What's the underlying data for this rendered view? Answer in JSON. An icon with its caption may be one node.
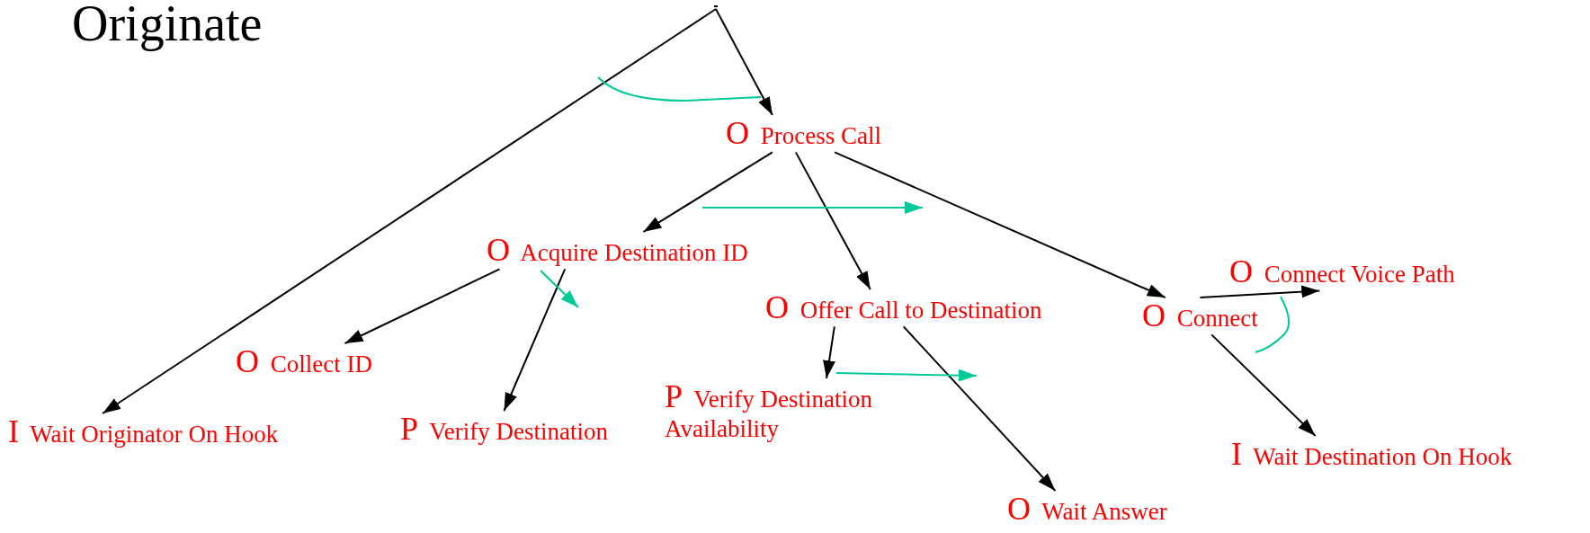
{
  "diagram": {
    "title": "Originate",
    "nodes": [
      {
        "text": [],
        "shape": "point"
      },
      {
        "text": [
          "O",
          "Process Call"
        ]
      },
      {
        "text": [
          "I",
          "Wait Originator On Hook"
        ]
      },
      {
        "text": [
          "O",
          "Acquire Destination ID"
        ]
      },
      {
        "text": [
          "O",
          "Offer Call to Destination"
        ]
      },
      {
        "text": [
          "O",
          "Connect"
        ]
      },
      {
        "text": [
          "O",
          "Collect ID"
        ]
      },
      {
        "text": [
          "P",
          "Verify Destination"
        ]
      },
      {
        "text": [
          "P",
          "Verify Destination Availability"
        ]
      },
      {
        "text": [
          "O",
          "Wait Answer"
        ]
      },
      {
        "text": [
          "O",
          "Connect Voice Path"
        ]
      },
      {
        "text": [
          "I",
          "Wait Destination On Hook"
        ]
      }
    ],
    "edges": [
      {
        "from": 0,
        "to": 1,
        "arrow": "to"
      },
      {
        "from": 0,
        "to": 2,
        "arrow": "to"
      },
      {
        "from": 1,
        "to": 3,
        "arrow": "to"
      },
      {
        "from": 1,
        "to": 4,
        "arrow": "to"
      },
      {
        "from": 1,
        "to": 5,
        "arrow": "to"
      },
      {
        "from": 3,
        "to": 6,
        "arrow": "to"
      },
      {
        "from": 3,
        "to": 7,
        "arrow": "to"
      },
      {
        "from": 4,
        "to": 8,
        "arrow": "to"
      },
      {
        "from": 4,
        "to": 9,
        "arrow": "to"
      },
      {
        "from": 5,
        "to": 10,
        "arrow": "to"
      },
      {
        "from": 5,
        "to": 11,
        "arrow": "to"
      }
    ]
  }
}
